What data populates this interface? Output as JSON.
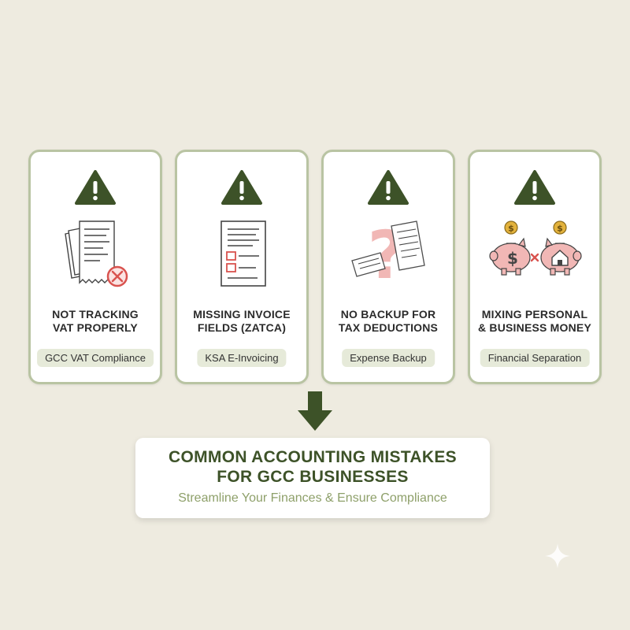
{
  "cards": [
    {
      "title": "NOT TRACKING\nVAT PROPERLY",
      "tag": "GCC VAT Compliance",
      "icon": "receipts-with-x-icon"
    },
    {
      "title": "MISSING INVOICE\nFIELDS (ZATCA)",
      "tag": "KSA E-Invoicing",
      "icon": "invoice-checklist-icon"
    },
    {
      "title": "NO BACKUP FOR\nTAX DEDUCTIONS",
      "tag": "Expense Backup",
      "icon": "question-receipts-icon"
    },
    {
      "title": "MIXING PERSONAL\n& BUSINESS MONEY",
      "tag": "Financial Separation",
      "icon": "piggy-banks-icon"
    }
  ],
  "banner": {
    "title": "COMMON ACCOUNTING MISTAKES\nFOR GCC BUSINESSES",
    "subtitle": "Streamline Your Finances & Ensure Compliance"
  },
  "colors": {
    "dark_green": "#3d5228",
    "card_border": "#b9c4a3",
    "tag_bg": "#e6ead9",
    "pink": "#f1b7b5",
    "red": "#d9534f",
    "background": "#eeebe0"
  }
}
